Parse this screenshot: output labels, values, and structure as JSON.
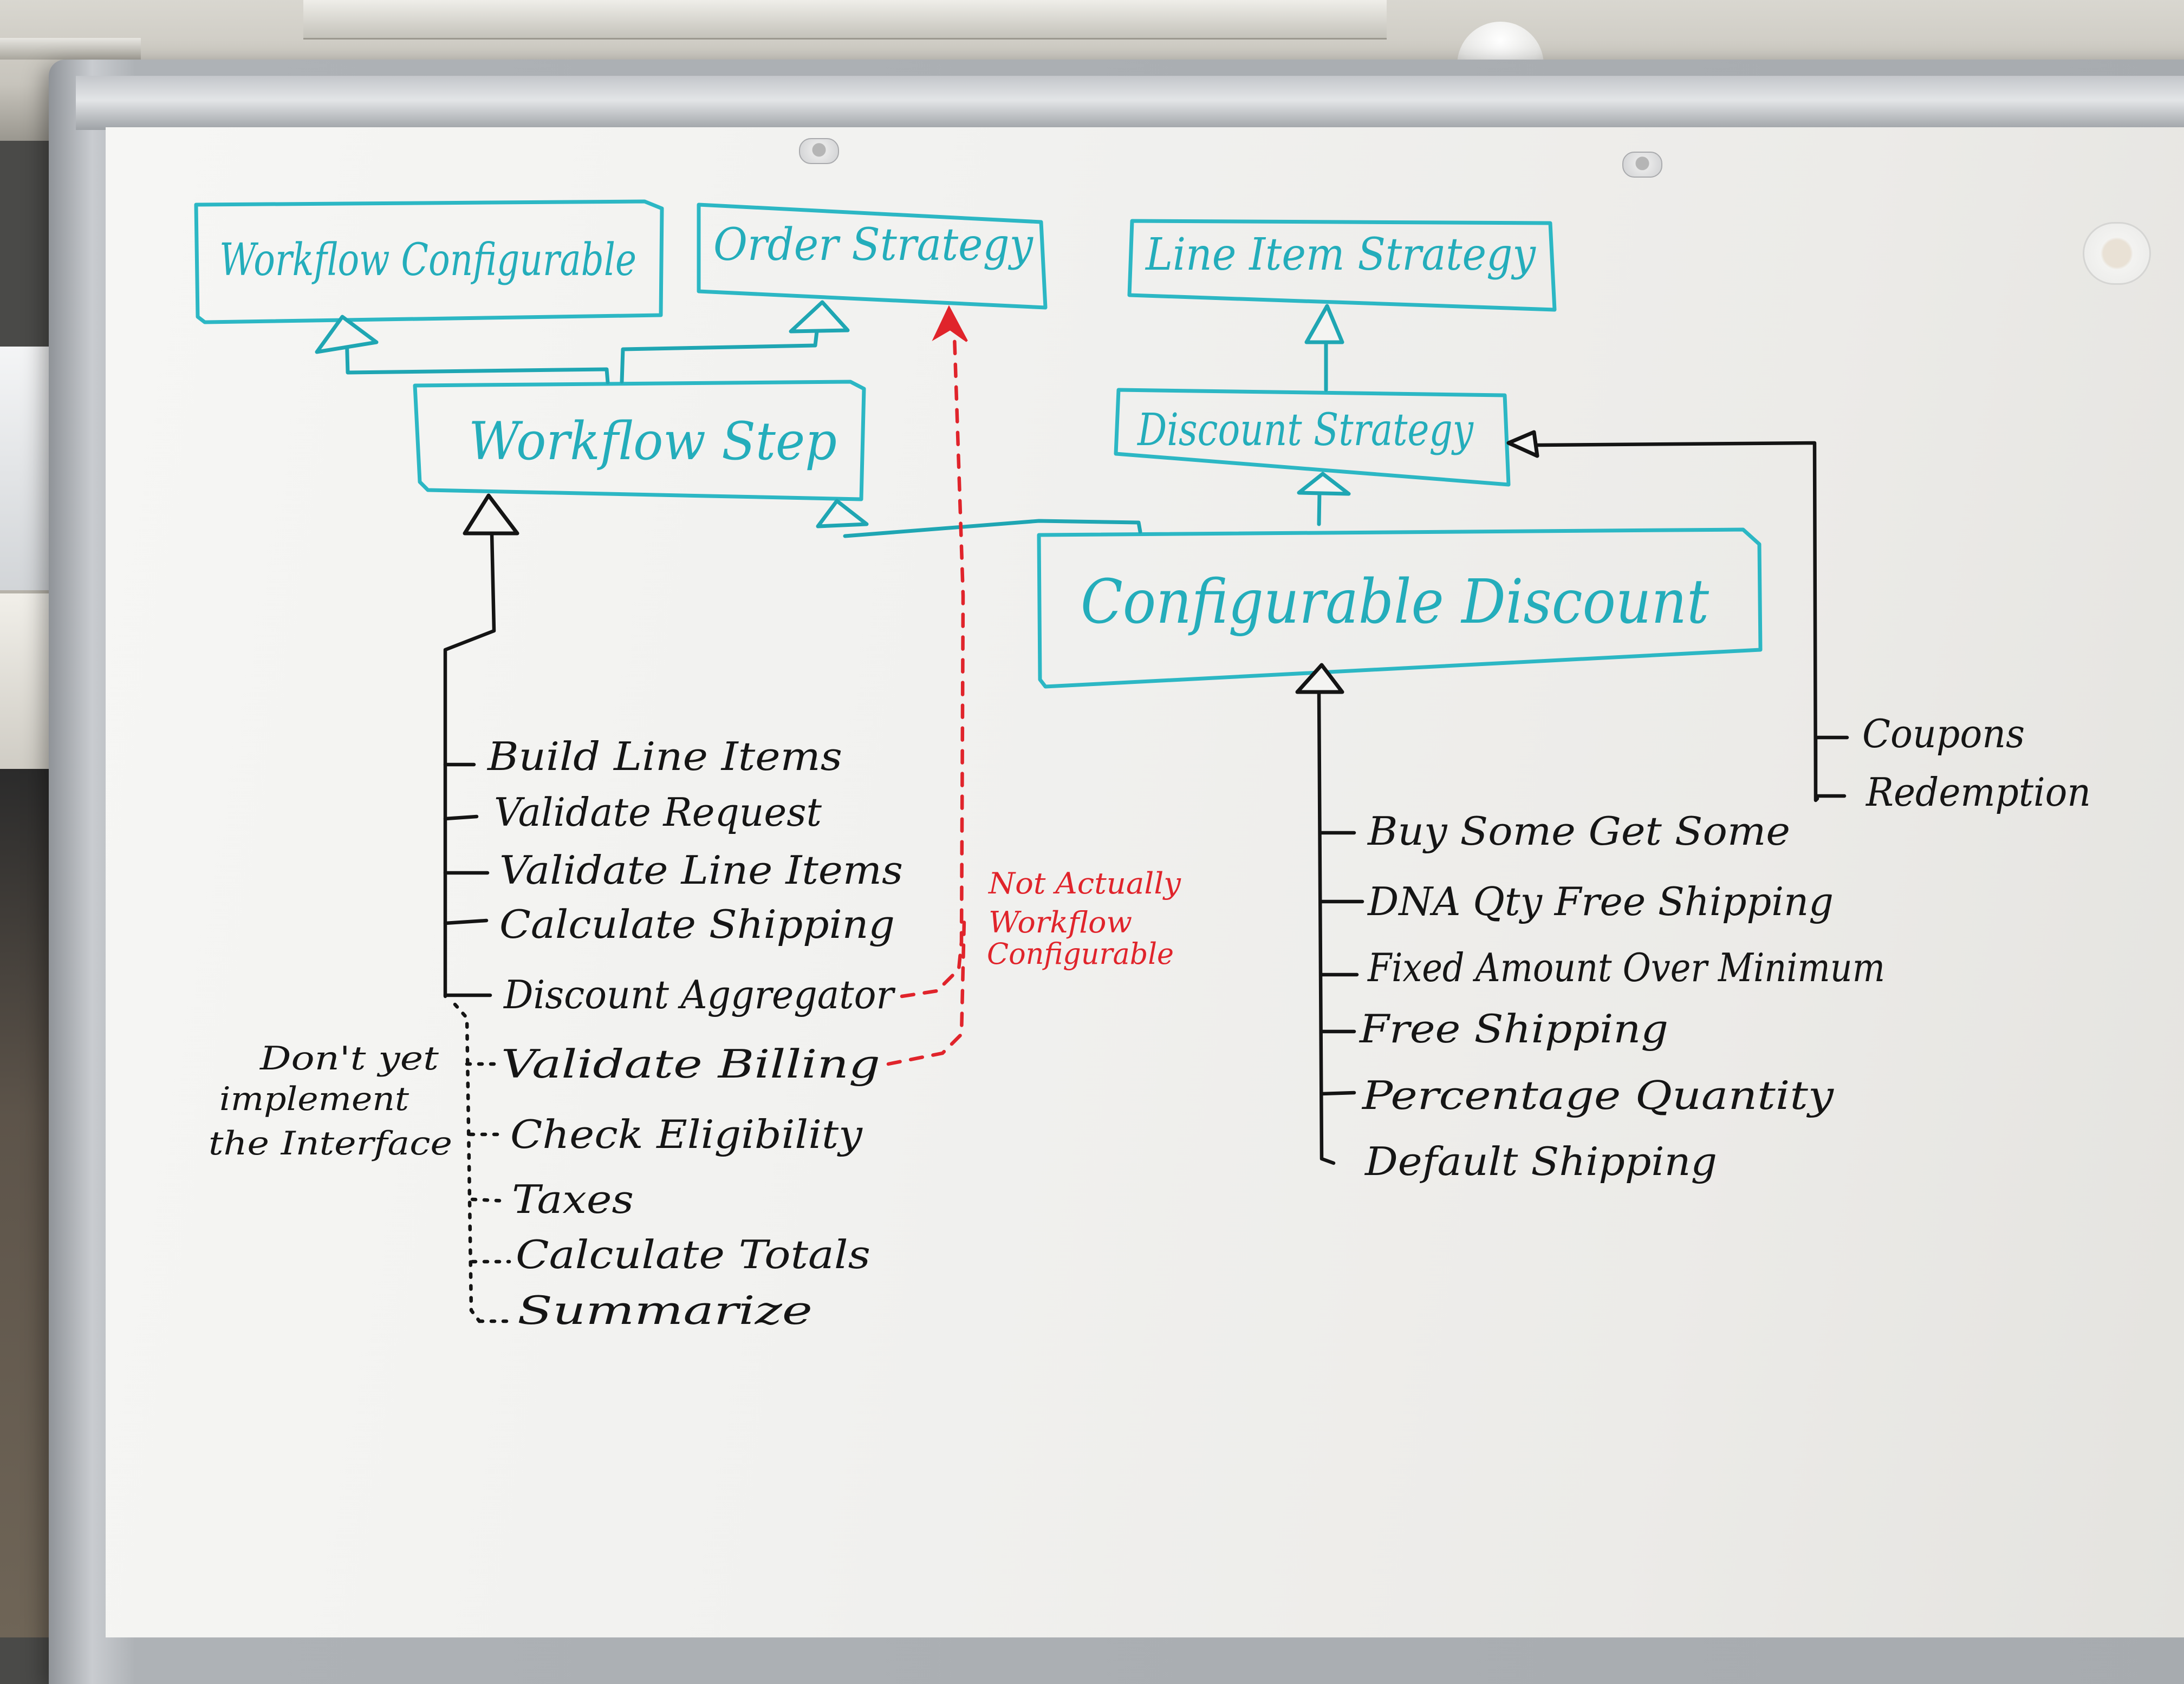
{
  "diagram": {
    "boxes": {
      "workflow_configurable": "Workflow Configurable",
      "order_strategy": "Order Strategy",
      "line_item_strategy": "Line Item Strategy",
      "workflow_step": "Workflow Step",
      "discount_strategy": "Discount Strategy",
      "configurable_discount": "Configurable Discount"
    },
    "workflow_steps_implemented": [
      "Build Line Items",
      "Validate Request",
      "Validate Line Items",
      "Calculate Shipping",
      "Discount Aggregator",
      "Validate Billing"
    ],
    "workflow_steps_not_implemented": [
      "Check Eligibility",
      "Taxes",
      "Calculate Totals",
      "Summarize"
    ],
    "not_implement_note": [
      "Don't yet",
      "implement",
      "the Interface"
    ],
    "red_note": [
      "Not Actually",
      "Workflow",
      "Configurable"
    ],
    "discount_types": [
      "Buy Some Get Some",
      "DNA Qty Free Shipping",
      "Fixed Amount Over Minimum",
      "Free Shipping",
      "Percentage Quantity",
      "Default Shipping"
    ],
    "discount_strategy_impls": [
      "Coupons",
      "Redemption"
    ],
    "colors": {
      "uml_teal": "#2cb7c4",
      "marker_black": "#141414",
      "marker_red": "#e0242b"
    }
  }
}
